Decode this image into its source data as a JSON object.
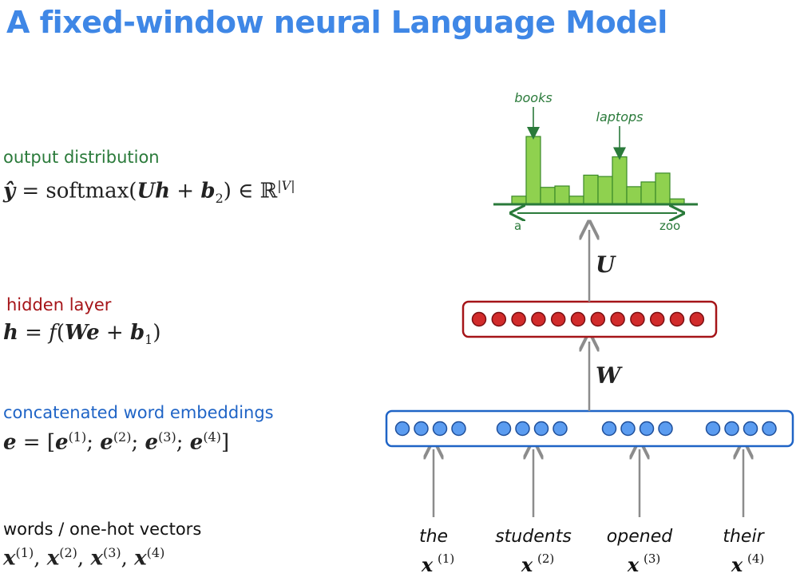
{
  "title": "A fixed-window neural Language Model",
  "left": {
    "output_label": "output distribution",
    "output_eq": "ŷ = softmax(Uh + b₂) ∈ ℝ|V|",
    "hidden_label": "hidden layer",
    "hidden_eq": "h = f(We + b₁)",
    "embed_label": "concatenated word embeddings",
    "embed_eq": "e = [e(1); e(2); e(3); e(4)]",
    "words_label": "words / one-hot vectors",
    "words_eq": "x(1), x(2), x(3), x(4)"
  },
  "diagram": {
    "matrix_U": "U",
    "matrix_W": "W",
    "hidden_units": 12,
    "embedding_groups": 4,
    "units_per_group": 4,
    "words": [
      {
        "word": "the",
        "var": "x",
        "sup": "(1)"
      },
      {
        "word": "students",
        "var": "x",
        "sup": "(2)"
      },
      {
        "word": "opened",
        "var": "x",
        "sup": "(3)"
      },
      {
        "word": "their",
        "var": "x",
        "sup": "(4)"
      }
    ],
    "histogram": {
      "values": [
        0.12,
        1.0,
        0.25,
        0.27,
        0.12,
        0.43,
        0.41,
        0.7,
        0.26,
        0.33,
        0.46,
        0.08
      ],
      "annotations": [
        {
          "text": "books",
          "bar_index": 1
        },
        {
          "text": "laptops",
          "bar_index": 7
        }
      ],
      "axis_start": "a",
      "axis_end": "zoo"
    }
  },
  "colors": {
    "title": "#3f87e6",
    "green": "#2a7a3a",
    "bar_fill": "#8fd14f",
    "red_box": "#a51418",
    "red_unit": "#d12b2b",
    "blue_box": "#1f64c6",
    "blue_unit": "#5b9cf0",
    "arrow": "#8c8c8c"
  }
}
